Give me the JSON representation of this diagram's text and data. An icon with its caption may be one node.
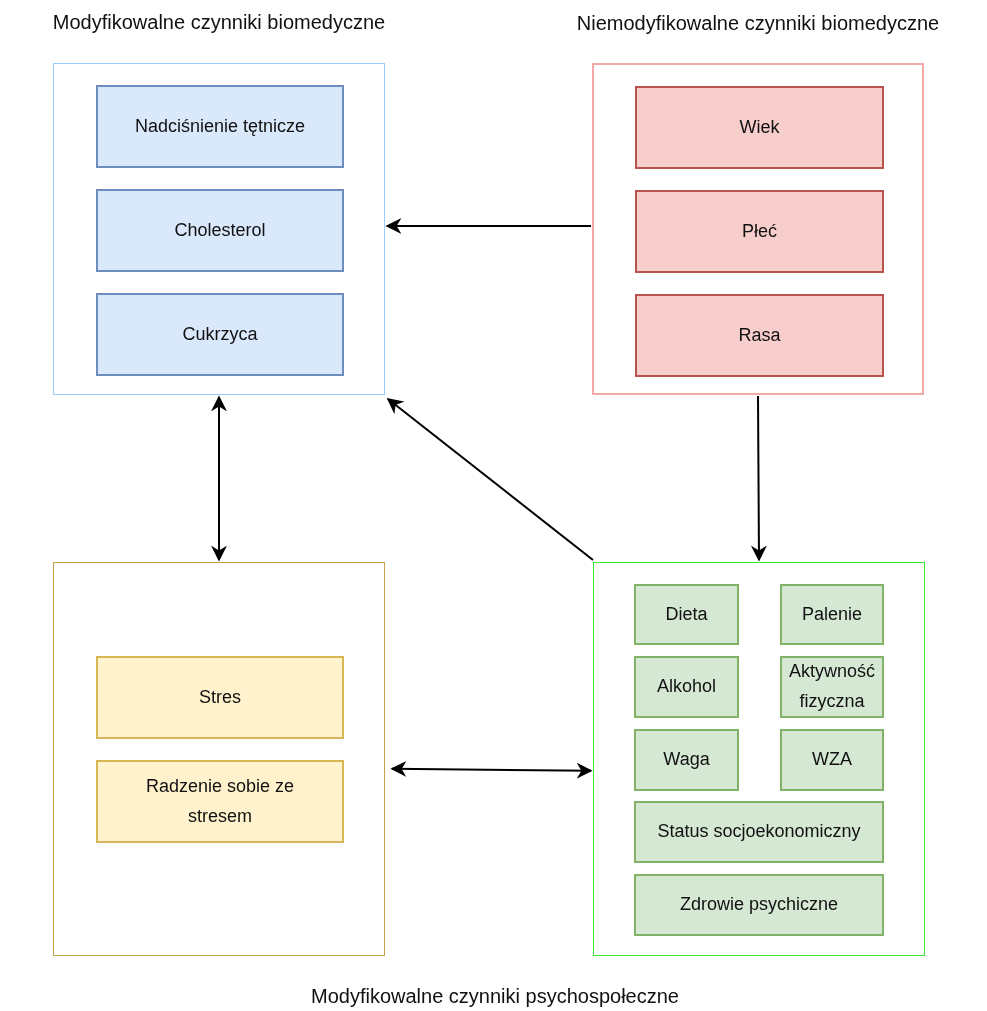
{
  "diagram": {
    "nodes": [
      {
        "text": [
          "Modyfikowalne czynniki biomedyczne"
        ]
      },
      {
        "text": [
          "Nadciśnienie tętnicze"
        ],
        "in": 0
      },
      {
        "text": [
          "Cholesterol"
        ],
        "in": 0
      },
      {
        "text": [
          "Cukrzyca"
        ],
        "in": 0
      },
      {
        "text": [
          "Niemodyfikowalne czynniki biomedyczne"
        ]
      },
      {
        "text": [
          "Wiek"
        ],
        "in": 4
      },
      {
        "text": [
          "Płeć"
        ],
        "in": 4
      },
      {
        "text": [
          "Rasa"
        ],
        "in": 4
      },
      {
        "text": [],
        "shape": "box"
      },
      {
        "text": [
          "Stres"
        ],
        "in": 8
      },
      {
        "text": [
          "Radzenie sobie ze stresem"
        ],
        "in": 8
      },
      {
        "text": [],
        "shape": "box"
      },
      {
        "text": [
          "Dieta"
        ],
        "in": 11
      },
      {
        "text": [
          "Palenie"
        ],
        "in": 11
      },
      {
        "text": [
          "Alkohol"
        ],
        "in": 11
      },
      {
        "text": [
          "Aktywność fizyczna"
        ],
        "in": 11
      },
      {
        "text": [
          "Waga"
        ],
        "in": 11
      },
      {
        "text": [
          "WZA"
        ],
        "in": 11
      },
      {
        "text": [
          "Status socjoekonomiczny"
        ],
        "in": 11
      },
      {
        "text": [
          "Zdrowie psychiczne"
        ],
        "in": 11
      }
    ],
    "edges": [
      {
        "from": 4,
        "to": 0,
        "arrow": "to"
      },
      {
        "from": 0,
        "to": 8,
        "arrow": "both"
      },
      {
        "from": 4,
        "to": 11,
        "arrow": "to"
      },
      {
        "from": 11,
        "to": 0,
        "arrow": "to"
      },
      {
        "from": 8,
        "to": 11,
        "arrow": "both"
      }
    ],
    "labels": [
      "Modyfikowalne czynniki psychospołeczne"
    ]
  }
}
